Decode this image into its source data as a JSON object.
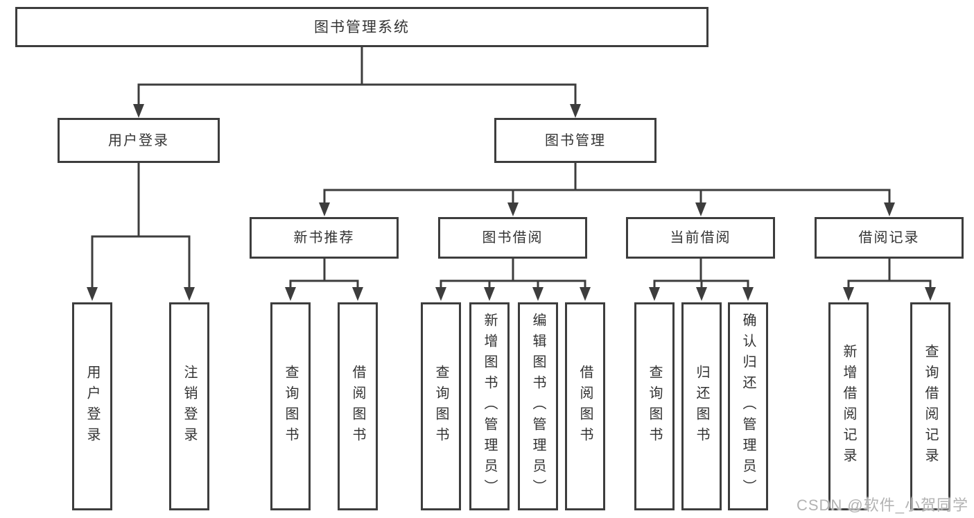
{
  "diagram": {
    "type": "hierarchy",
    "root": {
      "label": "图书管理系统"
    },
    "level1": [
      {
        "id": "user-login",
        "label": "用户登录"
      },
      {
        "id": "book-management",
        "label": "图书管理"
      }
    ],
    "level2": [
      {
        "id": "new-book-recommend",
        "label": "新书推荐",
        "parent": "图书管理"
      },
      {
        "id": "book-borrow",
        "label": "图书借阅",
        "parent": "图书管理"
      },
      {
        "id": "current-borrow",
        "label": "当前借阅",
        "parent": "图书管理"
      },
      {
        "id": "borrow-records",
        "label": "借阅记录",
        "parent": "图书管理"
      }
    ],
    "leaves": {
      "user_login": [
        {
          "label": "用户登录"
        },
        {
          "label": "注销登录"
        }
      ],
      "new_book_recommend": [
        {
          "label": "查询图书"
        },
        {
          "label": "借阅图书"
        }
      ],
      "book_borrow": [
        {
          "label": "查询图书"
        },
        {
          "label": "新增图书（管理员）"
        },
        {
          "label": "编辑图书（管理员）"
        },
        {
          "label": "借阅图书"
        }
      ],
      "current_borrow": [
        {
          "label": "查询图书"
        },
        {
          "label": "归还图书"
        },
        {
          "label": "确认归还（管理员）"
        }
      ],
      "borrow_records": [
        {
          "label": "新增借阅记录"
        },
        {
          "label": "查询借阅记录"
        }
      ]
    },
    "watermark": "CSDN @软件_小贺同学",
    "colors": {
      "line": "#3d3d3d",
      "box_border": "#3d3d3d",
      "text": "#333333",
      "watermark": "#b3b3b3",
      "background": "#ffffff"
    }
  }
}
